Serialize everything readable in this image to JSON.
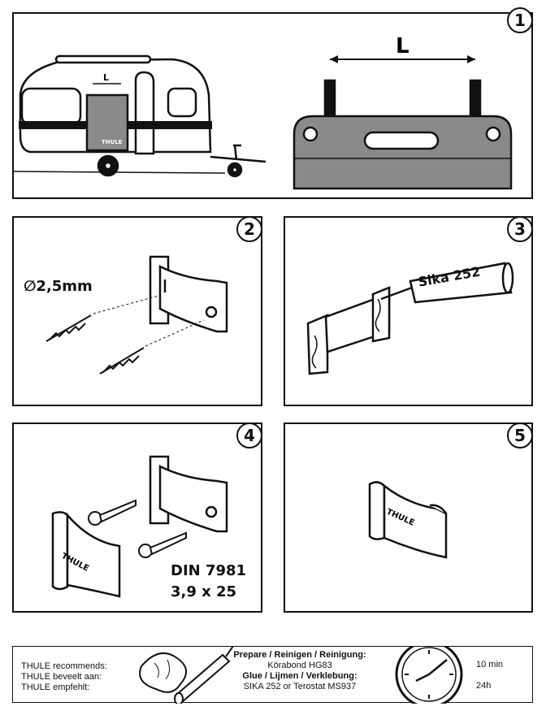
{
  "steps": [
    {
      "number": "1",
      "label_L": "L",
      "label_L_small": "L",
      "brand": "THULE"
    },
    {
      "number": "2",
      "drill_size": "∅2,5mm"
    },
    {
      "number": "3",
      "sealant": "Sika 252"
    },
    {
      "number": "4",
      "screw_spec_line1": "DIN 7981",
      "screw_spec_line2": "3,9 x 25",
      "brand": "THULE"
    },
    {
      "number": "5",
      "brand": "THULE"
    }
  ],
  "bottom": {
    "recommends": [
      "THULE recommends:",
      "THULE beveelt aan:",
      "THULE empfehlt:"
    ],
    "prepare_heading": "Prepare / Reinigen / Reinigung:",
    "prepare_product": "Körabond HG83",
    "glue_heading": "Glue / Lijmen / Verklebung:",
    "glue_product": "SIKA 252 or Terostat MS937",
    "time_1": "10 min",
    "time_2": "24h"
  }
}
